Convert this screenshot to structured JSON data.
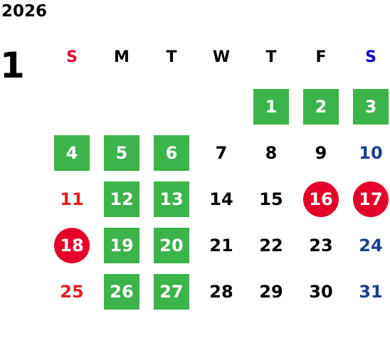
{
  "year": "2026",
  "month": "1",
  "weekdays": [
    "S",
    "M",
    "T",
    "W",
    "T",
    "F",
    "S"
  ],
  "colors": {
    "green_box": "#3bb44a",
    "holiday_circle": "#e4002b",
    "sunday_text": "#e02020",
    "saturday_text": "#1a3f8f",
    "sunday_header": "#e4002b",
    "saturday_header": "#0000cc"
  },
  "days": [
    {
      "d": "1",
      "style": "green"
    },
    {
      "d": "2",
      "style": "green"
    },
    {
      "d": "3",
      "style": "green"
    },
    {
      "d": "4",
      "style": "green"
    },
    {
      "d": "5",
      "style": "green"
    },
    {
      "d": "6",
      "style": "green"
    },
    {
      "d": "7",
      "style": "plain"
    },
    {
      "d": "8",
      "style": "plain"
    },
    {
      "d": "9",
      "style": "plain"
    },
    {
      "d": "10",
      "style": "saturday"
    },
    {
      "d": "11",
      "style": "sunday"
    },
    {
      "d": "12",
      "style": "green"
    },
    {
      "d": "13",
      "style": "green"
    },
    {
      "d": "14",
      "style": "plain"
    },
    {
      "d": "15",
      "style": "plain"
    },
    {
      "d": "16",
      "style": "holiday"
    },
    {
      "d": "17",
      "style": "holiday"
    },
    {
      "d": "18",
      "style": "holiday"
    },
    {
      "d": "19",
      "style": "green"
    },
    {
      "d": "20",
      "style": "green"
    },
    {
      "d": "21",
      "style": "plain"
    },
    {
      "d": "22",
      "style": "plain"
    },
    {
      "d": "23",
      "style": "plain"
    },
    {
      "d": "24",
      "style": "saturday"
    },
    {
      "d": "25",
      "style": "sunday"
    },
    {
      "d": "26",
      "style": "green"
    },
    {
      "d": "27",
      "style": "green"
    },
    {
      "d": "28",
      "style": "plain"
    },
    {
      "d": "29",
      "style": "plain"
    },
    {
      "d": "30",
      "style": "plain"
    },
    {
      "d": "31",
      "style": "saturday"
    }
  ]
}
